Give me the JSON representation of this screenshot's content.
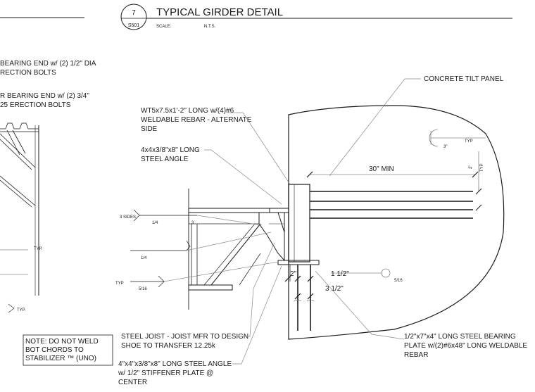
{
  "title_block": {
    "detail_number": "7",
    "sheet": "S501",
    "title": "TYPICAL GIRDER DETAIL",
    "scale_label": "SCALE:",
    "scale_value": "N.T.S."
  },
  "left_notes": {
    "note1_line1": "BEARING END w/ (2) 1/2\" DIA",
    "note1_line2": "RECTION BOLTS",
    "note2_line1": "R BEARING END w/ (2) 3/4\"",
    "note2_line2": "25 ERECTION BOLTS",
    "typ_upper": "TYP.",
    "typ_lower": "TYP."
  },
  "callouts": {
    "wt_line1": "WT5x7.5x1'-2\" LONG w/(4)#6",
    "wt_line2": "WELDABLE REBAR - ALTERNATE",
    "wt_line3": "SIDE",
    "angle_line1": "4x4x3/8\"x8\" LONG",
    "angle_line2": "STEEL ANGLE",
    "panel": "CONCRETE TILT PANEL",
    "joist_line1": "STEEL JOIST - JOIST MFR TO DESIGN",
    "joist_line2": "SHOE TO TRANSFER 12.25k",
    "stiff_line1": "4\"x4\"x3/8\"x8\" LONG STEEL ANGLE",
    "stiff_line2": "w/ 1/2\" STIFFENER PLATE @",
    "stiff_line3": "CENTER",
    "plate_line1": "1/2\"x7\"x4\" LONG STEEL BEARING",
    "plate_line2": "PLATE w/(2)#6x48\" LONG WELDABLE",
    "plate_line3": "REBAR"
  },
  "note_box": {
    "line1": "NOTE: DO NOT WELD",
    "line2": "BOT CHORDS TO",
    "line3": "STABILIZER ™ (UNO)"
  },
  "weld_symbols": {
    "three_sides": "3 SIDES",
    "w1": "1/4",
    "w1_len": "3",
    "w2": "1/4",
    "typ": "TYP",
    "w3": "5/16",
    "w4": "5/16"
  },
  "dimensions": {
    "min_embed": "30\" MIN",
    "cover_top": "3\"",
    "typ_top": "TYP",
    "spacing": "2\"",
    "spacing_typ": "TYP",
    "d_two": "2\"",
    "d_one_half": "1 1/2\"",
    "d_three_half": "3 1/2\""
  }
}
